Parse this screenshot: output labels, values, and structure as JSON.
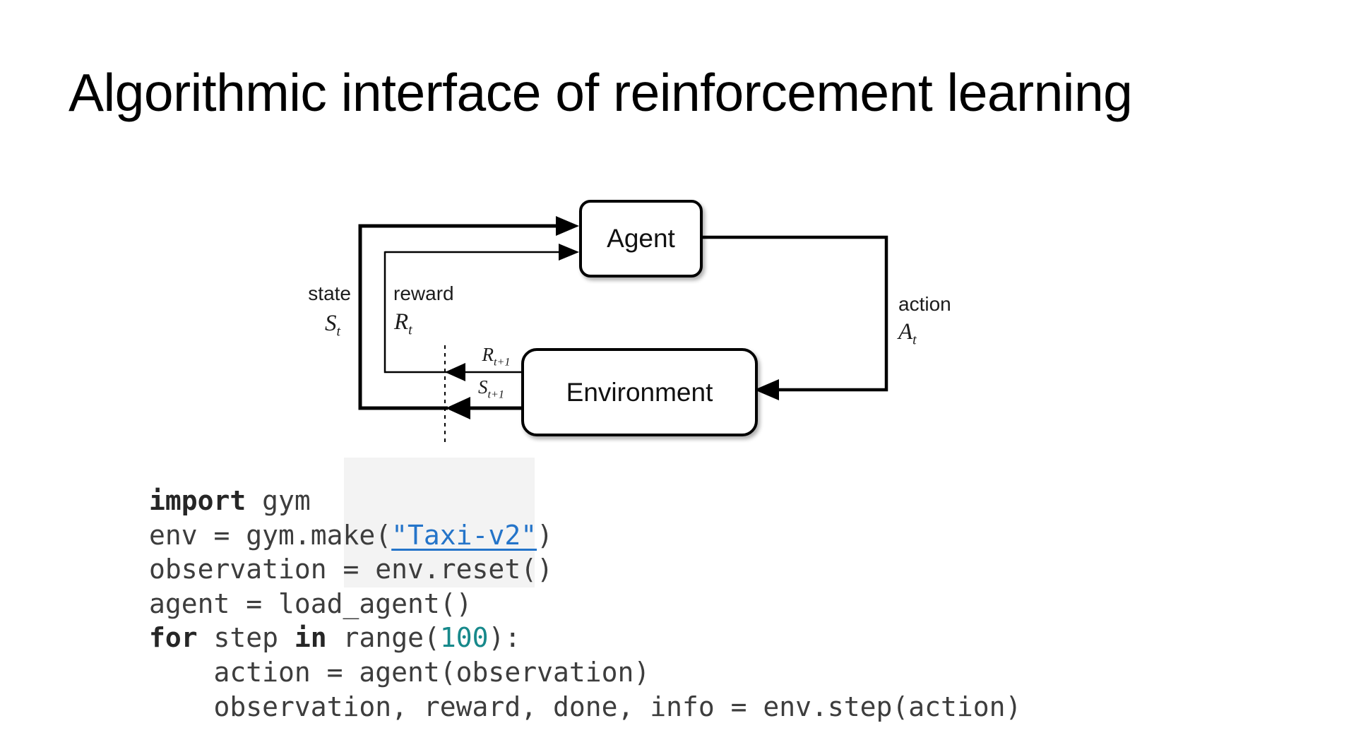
{
  "title": "Algorithmic interface of reinforcement learning",
  "diagram": {
    "agent_label": "Agent",
    "environment_label": "Environment",
    "labels": {
      "state": "state",
      "state_symbol": "S",
      "state_sub": "t",
      "reward": "reward",
      "reward_symbol": "R",
      "reward_sub": "t",
      "next_reward_symbol": "R",
      "next_reward_sub": "t+1",
      "next_state_symbol": "S",
      "next_state_sub": "t+1",
      "action": "action",
      "action_symbol": "A",
      "action_sub": "t"
    }
  },
  "code": {
    "lines": [
      {
        "segments": [
          {
            "t": "import",
            "s": "kw"
          },
          {
            "t": " gym",
            "s": "p"
          }
        ]
      },
      {
        "segments": [
          {
            "t": "env = gym.make(",
            "s": "p"
          },
          {
            "t": "\"Taxi-v2\"",
            "s": "link"
          },
          {
            "t": ")",
            "s": "p"
          }
        ]
      },
      {
        "segments": [
          {
            "t": "observation = env.reset()",
            "s": "p"
          }
        ]
      },
      {
        "segments": [
          {
            "t": "agent = load_agent()",
            "s": "p"
          }
        ]
      },
      {
        "segments": [
          {
            "t": "for",
            "s": "kw"
          },
          {
            "t": " step ",
            "s": "p"
          },
          {
            "t": "in",
            "s": "kw"
          },
          {
            "t": " range(",
            "s": "p"
          },
          {
            "t": "100",
            "s": "num"
          },
          {
            "t": "):",
            "s": "p"
          }
        ]
      },
      {
        "segments": [
          {
            "t": "    action = agent(observation)",
            "s": "p"
          }
        ]
      },
      {
        "segments": [
          {
            "t": "    observation, reward, done, info = env.step(action)",
            "s": "p"
          }
        ]
      }
    ]
  },
  "colors": {
    "code_text": "#3d3d3d",
    "code_keyword": "#262626",
    "code_link": "#2474c9",
    "code_number": "#17898b",
    "diagram_line": "#000000",
    "code_background_band": "#f3f3f3"
  }
}
